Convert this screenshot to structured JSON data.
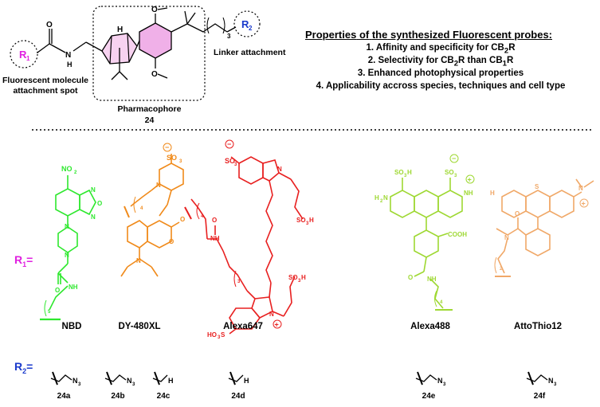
{
  "pharmacophore": {
    "title": "Pharmacophore",
    "compound_number": "24",
    "substituent_methoxy": "O",
    "substituent_label": "H",
    "linker_caption": "Linker attachment",
    "fluor_caption_line1": "Fluorescent molecule",
    "fluor_caption_line2": "attachment spot",
    "amide_atoms": [
      "O",
      "N",
      "H"
    ],
    "r1": "R",
    "r1_sub": "1",
    "r2": "R",
    "r2_sub": "2",
    "chain_sub": "3"
  },
  "properties": {
    "title_words": [
      "Properties",
      "of",
      "the",
      "synthesized",
      "Fluorescent",
      "probes:"
    ],
    "items": [
      {
        "text": "1. Affinity and specificity for CB",
        "sub": "2",
        "tail": "R"
      },
      {
        "text": "2. Selectivity  for CB",
        "sub": "2",
        "mid": "R than CB",
        "sub2": "1",
        "tail": "R"
      },
      {
        "text": "3. Enhanced photophysical properties"
      },
      {
        "text": "4. Applicability accross species, techniques and cell type"
      }
    ]
  },
  "r1_row": {
    "label": "R",
    "label_sub": "1",
    "label_eq": "=",
    "dyes": [
      {
        "name": "NBD",
        "color": "#2ee82e"
      },
      {
        "name": "DY-480XL",
        "color": "#f08a1a"
      },
      {
        "name": "Alexa647",
        "color": "#e82020"
      },
      {
        "name": "Alexa488",
        "color": "#9ed832"
      },
      {
        "name": "AttoThio12",
        "color": "#f0a868"
      }
    ],
    "dye_texts": {
      "nbd_no2": "NO",
      "nbd_no2_sub": "2",
      "nbd_nh": "NH",
      "nbd_n": "N",
      "nbd_o": "O",
      "nbd_chain": "5",
      "dy_so3": "SO",
      "dy_so3_sub": "3",
      "dy_n": "N",
      "dy_o": "O",
      "dy_chain": "4",
      "a647_so3": "SO",
      "a647_so3h": "SO",
      "a647_so3_sub": "3",
      "a647_h": "H",
      "a647_n": "N",
      "a647_nh": "NH",
      "a647_o": "O",
      "a647_chain": "4",
      "a647_chain2": "3",
      "a647_ho3s": "HO",
      "a647_ho3s_tail": "S",
      "a488_so3h": "SO",
      "a488_so3_sub": "3",
      "a488_h": "H",
      "a488_h2n": "H",
      "a488_h2n_sub": "2",
      "a488_n": "N",
      "a488_nh2": "NH",
      "a488_cooh": "COOH",
      "a488_o": "O",
      "a488_nh": "NH",
      "a488_chain": "4",
      "atto_s": "S",
      "atto_h2n": "H",
      "atto_n": "N",
      "atto_o": "O",
      "atto_chain": "2"
    }
  },
  "r2_row": {
    "label": "R",
    "label_sub": "2",
    "label_eq": "=",
    "groups": [
      {
        "group": "N",
        "group_sub": "3",
        "compound": "24a"
      },
      {
        "group": "N",
        "group_sub": "3",
        "compound": "24b"
      },
      {
        "group": "H",
        "group_sub": "",
        "compound": "24c"
      },
      {
        "group": "H",
        "group_sub": "",
        "compound": "24d"
      },
      {
        "group": "N",
        "group_sub": "3",
        "compound": "24e"
      },
      {
        "group": "N",
        "group_sub": "3",
        "compound": "24f"
      }
    ]
  },
  "colors": {
    "r1_magenta": "#e020e0",
    "r2_blue": "#1a3acc",
    "ring_pink": "#f0b0e8",
    "nbd": "#2ee82e",
    "dy480": "#f08a1a",
    "alexa647": "#e82020",
    "alexa488": "#9ed832",
    "atto": "#f0a868"
  }
}
